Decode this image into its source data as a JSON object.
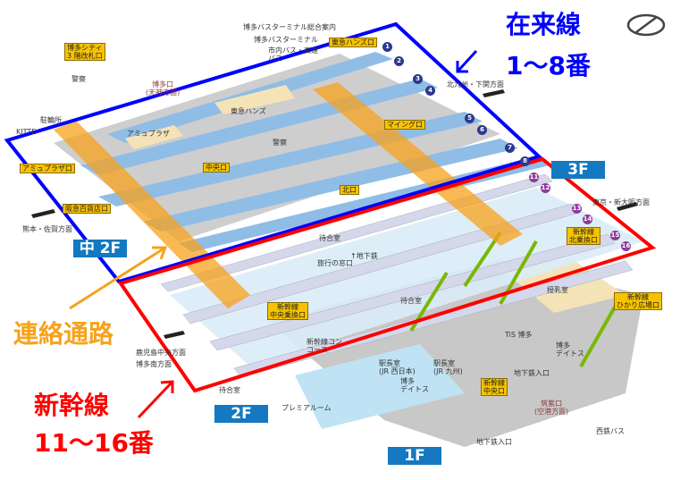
{
  "annotations": {
    "conventional_title": "在来線",
    "conventional_platforms": "1〜8番",
    "shinkansen_title": "新幹線",
    "shinkansen_platforms": "11〜16番",
    "passage": "連絡通路"
  },
  "floors": {
    "f3": "3F",
    "f_mid2": "中 2F",
    "f2": "2F",
    "f1": "1F"
  },
  "colors": {
    "conventional": "#0000ff",
    "shinkansen": "#ff0000",
    "passage": "#f7a21b",
    "platform": "#8fbde6",
    "floor_badge": "#1479c0",
    "gate": "#f7c300"
  },
  "gates": [
    "博多シティ\n3 階改札口",
    "東急ハンズ口",
    "アミュプラザ口",
    "中央口",
    "阪急百貨店口",
    "マイング口",
    "北口",
    "新幹線\n北乗換口",
    "新幹線\n中央乗換口",
    "新幹線\nひかり広場口",
    "新幹線\n中央口"
  ],
  "places": [
    "博多バスターミナル総合案内",
    "博多バスターミナル",
    "市内バス・高速バス",
    "警察",
    "博多口\n(天神方面)",
    "東急ハンズ",
    "駐輪所",
    "KITTE",
    "アミュプラザ",
    "警察",
    "熊本・佐賀方面",
    "北九州・下関方面",
    "東京・新大阪方面",
    "待合室",
    "旅行の窓口",
    "↑地下鉄",
    "待合室",
    "授乳室",
    "鹿児島中央方面",
    "博多南方面",
    "待合室",
    "プレミアルーム",
    "新幹線コンコース",
    "TiS 博多",
    "博多\nデイトス",
    "駅長室\n(JR 西日本)",
    "駅長室\n(JR 九州)",
    "博多\nデイトス",
    "地下鉄入口",
    "筑紫口\n(空港方面)",
    "西鉄バス",
    "地下鉄入口"
  ],
  "platforms_conventional": [
    "1",
    "2",
    "3",
    "4",
    "5",
    "6",
    "7",
    "8"
  ],
  "platforms_shinkansen": [
    "11",
    "12",
    "13",
    "14",
    "15",
    "16"
  ],
  "icons": {
    "compass": "north-compass-icon"
  }
}
